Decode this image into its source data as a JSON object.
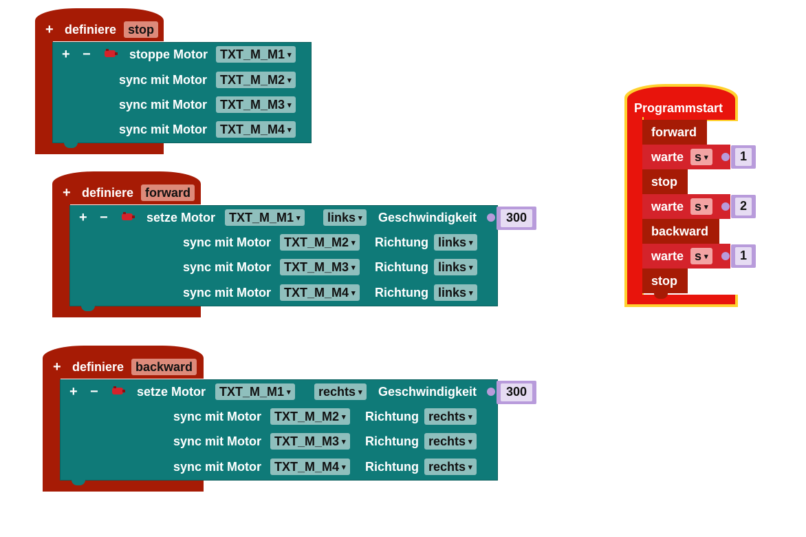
{
  "colors": {
    "def": "#a61b05",
    "teal": "#0f7a78",
    "num": "#b89bdb",
    "start_border": "#ffd12f",
    "start_fill": "#e8140c"
  },
  "icons": {
    "plus": "+",
    "minus": "−",
    "caret": "▾",
    "motor": "motor-icon"
  },
  "def_stop": {
    "keyword": "definiere",
    "name": "stop",
    "main": {
      "label": "stoppe Motor",
      "motor": "TXT_M_M1"
    },
    "sync": [
      {
        "label": "sync mit Motor",
        "motor": "TXT_M_M2"
      },
      {
        "label": "sync mit Motor",
        "motor": "TXT_M_M3"
      },
      {
        "label": "sync mit Motor",
        "motor": "TXT_M_M4"
      }
    ]
  },
  "def_forward": {
    "keyword": "definiere",
    "name": "forward",
    "main": {
      "label": "setze Motor",
      "motor": "TXT_M_M1",
      "dir": "links",
      "speed_label": "Geschwindigkeit",
      "speed": "300"
    },
    "sync": [
      {
        "label": "sync mit Motor",
        "motor": "TXT_M_M2",
        "dir_label": "Richtung",
        "dir": "links"
      },
      {
        "label": "sync mit Motor",
        "motor": "TXT_M_M3",
        "dir_label": "Richtung",
        "dir": "links"
      },
      {
        "label": "sync mit Motor",
        "motor": "TXT_M_M4",
        "dir_label": "Richtung",
        "dir": "links"
      }
    ]
  },
  "def_backward": {
    "keyword": "definiere",
    "name": "backward",
    "main": {
      "label": "setze Motor",
      "motor": "TXT_M_M1",
      "dir": "rechts",
      "speed_label": "Geschwindigkeit",
      "speed": "300"
    },
    "sync": [
      {
        "label": "sync mit Motor",
        "motor": "TXT_M_M2",
        "dir_label": "Richtung",
        "dir": "rechts"
      },
      {
        "label": "sync mit Motor",
        "motor": "TXT_M_M3",
        "dir_label": "Richtung",
        "dir": "rechts"
      },
      {
        "label": "sync mit Motor",
        "motor": "TXT_M_M4",
        "dir_label": "Richtung",
        "dir": "rechts"
      }
    ]
  },
  "program": {
    "title": "Programmstart",
    "steps": [
      {
        "type": "call",
        "label": "forward"
      },
      {
        "type": "wait",
        "label": "warte",
        "unit": "s",
        "value": "1"
      },
      {
        "type": "call",
        "label": "stop"
      },
      {
        "type": "wait",
        "label": "warte",
        "unit": "s",
        "value": "2"
      },
      {
        "type": "call",
        "label": "backward"
      },
      {
        "type": "wait",
        "label": "warte",
        "unit": "s",
        "value": "1"
      },
      {
        "type": "call",
        "label": "stop"
      }
    ]
  }
}
